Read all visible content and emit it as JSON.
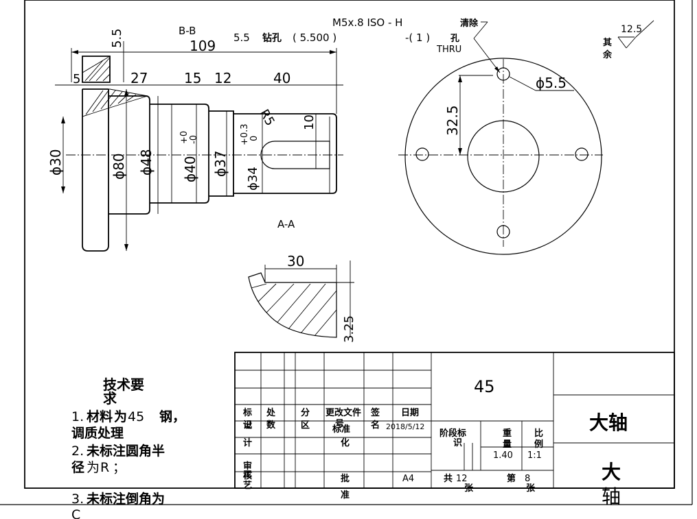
{
  "views": {
    "section_bb": "B-B",
    "section_aa": "A-A"
  },
  "dimensions": {
    "overall_length": "109",
    "d5_5_top": "5.5",
    "len_5": "5",
    "len_27": "27",
    "len_15": "15",
    "len_12": "12",
    "len_40": "40",
    "dia_30": "ϕ30",
    "dia_80": "ϕ80",
    "dia_48": "ϕ48",
    "dia_40": "ϕ40",
    "dia_40_tol_upper": "+0",
    "dia_40_tol_lower": "-0",
    "dia_37": "ϕ37",
    "dia_34": "ϕ34",
    "dia_34_tol_upper": "+0.3",
    "dia_34_tol_lower": "0",
    "radius_5": "R5",
    "slot_10": "10",
    "circle_32_5": "32.5",
    "hole_dia_5_5": "ϕ5.5",
    "aa_width_30": "30",
    "aa_depth_3_25": "3.25"
  },
  "callouts": {
    "drill_prefix": "5.5",
    "drill_word": "钻孔",
    "drill_value": "( 5.500 )",
    "thread_spec": "M5x.8 ISO - H",
    "thread_clear": "清除",
    "thread_count": "-( 1 )",
    "thread_hole": "孔",
    "thru": "THRU"
  },
  "roughness": {
    "value": "12.5",
    "rest_label_1": "其",
    "rest_label_2": "余"
  },
  "tech_requirements": {
    "title": "技术要",
    "title_2": "求",
    "item1_num": "1.",
    "item1_a": "材料",
    "item1_b": "为",
    "item1_c": "45",
    "item1_d": "钢，",
    "item1_line2": "调质处理",
    "item2_num": "2.",
    "item2_a": "未标注圆角半",
    "item2_b": "径",
    "item2_c": "为",
    "item2_d": "R",
    "item2_e": "；",
    "item3_num": "3.",
    "item3_a": "未标注倒角为",
    "item3_b": "C"
  },
  "title_block": {
    "material": "45",
    "part_name": "大轴",
    "part_name_big_1": "大",
    "part_name_big_2": "轴",
    "headers": {
      "mark": "标",
      "mark_2": "记",
      "count": "处",
      "count_2": "数",
      "zone": "分",
      "zone_2": "区",
      "change_doc": "更改文件",
      "change_doc_2": "号",
      "sign": "签",
      "sign_2": "名",
      "date": "日期"
    },
    "row_design": "设",
    "row_design_2": "计",
    "row_standard": "标准",
    "row_standard_2": "化",
    "row_date": "2018/5/12",
    "stage_mark": "阶段标",
    "stage_mark_2": "识",
    "weight": "重",
    "weight_2": "量",
    "scale_label": "比",
    "scale_label_2": "例",
    "weight_value": "1.40",
    "scale_value": "1:1",
    "row_review": "审",
    "row_review_2": "核",
    "row_process": "工",
    "row_process_2": "艺",
    "row_approve": "批",
    "row_approve_2": "准",
    "paper": "A4",
    "total_prefix": "共",
    "total_value": "12",
    "total_suffix": "张",
    "sheet_prefix": "第",
    "sheet_value": "8",
    "sheet_suffix": "张"
  }
}
